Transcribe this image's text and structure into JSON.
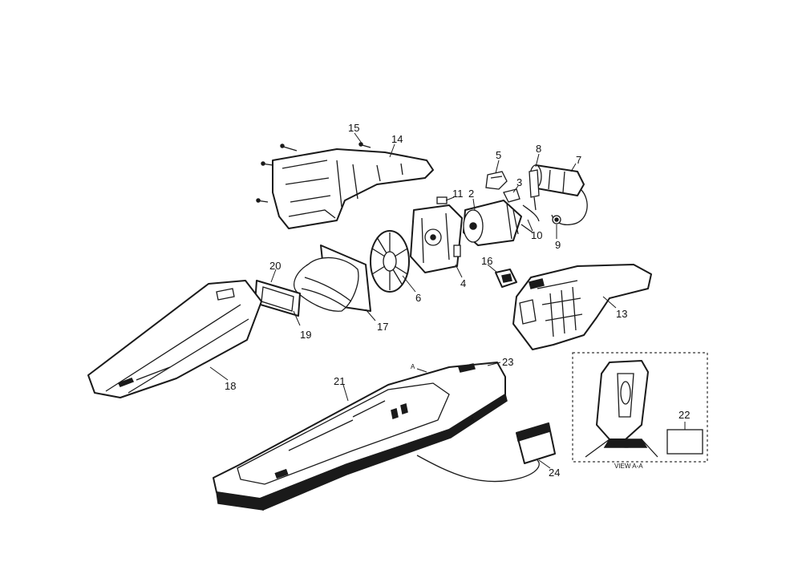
{
  "labels": {
    "l2": "2",
    "l3": "3",
    "l4": "4",
    "l5": "5",
    "l6": "6",
    "l7": "7",
    "l8": "8",
    "l9": "9",
    "l10": "10",
    "l11": "11",
    "l13": "13",
    "l14": "14",
    "l15": "15",
    "l16": "16",
    "l17": "17",
    "l18": "18",
    "l19": "19",
    "l20": "20",
    "l21": "21",
    "l22": "22",
    "l23": "23",
    "l24": "24",
    "a1": "A",
    "a2": "A"
  },
  "detail_view": {
    "caption": "VIEW A-A"
  }
}
